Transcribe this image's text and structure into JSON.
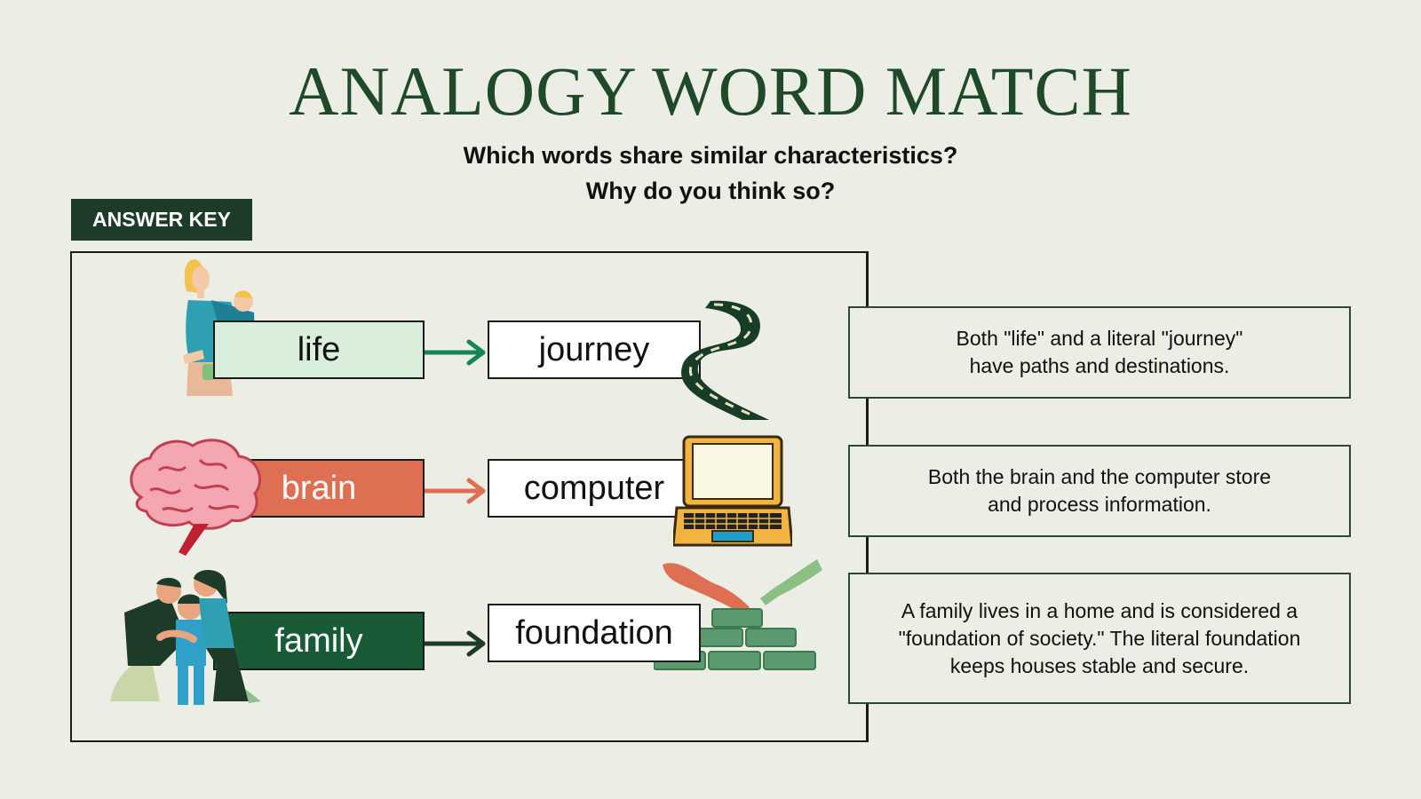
{
  "title": "ANALOGY WORD MATCH",
  "subtitle_line1": "Which words share similar characteristics?",
  "subtitle_line2": "Why do you think so?",
  "answer_key_label": "ANSWER KEY",
  "pairs": [
    {
      "left": "life",
      "right": "journey",
      "explanation": "Both \"life\" and a literal \"journey\"\nhave paths and destinations."
    },
    {
      "left": "brain",
      "right": "computer",
      "explanation": "Both the brain and the computer store\nand process information."
    },
    {
      "left": "family",
      "right": "foundation",
      "explanation": "A family lives in a home and is considered a\n\"foundation of society.\" The literal foundation\nkeeps houses stable and secure."
    }
  ],
  "colors": {
    "background": "#ecede4",
    "title": "#1f4a2a",
    "badge": "#1d3b28",
    "life_fill": "#d9efdc",
    "life_arrow": "#13875a",
    "brain_fill": "#df6f52",
    "brain_arrow": "#df6f52",
    "family_fill": "#195b37",
    "family_arrow": "#1d3b28"
  },
  "icons": [
    "mother-carrying-baby-icon",
    "road-icon",
    "brain-icon",
    "laptop-icon",
    "family-hug-icon",
    "brick-foundation-icon"
  ]
}
